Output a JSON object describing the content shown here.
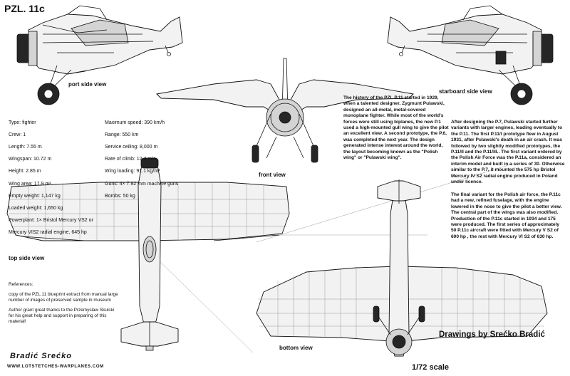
{
  "title": "PZL. 11c",
  "views": {
    "port": "port side view",
    "starboard": "starboard side view",
    "front": "front view",
    "top": "top side view",
    "bottom": "bottom view"
  },
  "specs_left": [
    "Type: fighter",
    "Crew: 1",
    "Length: 7.55 m",
    "Wingspan: 10.72 m",
    "Height: 2.85 m",
    "Wing area: 17.9 m²",
    "Empty weight: 1,147 kg",
    "Loaded weight: 1,650 kg",
    "Powerplant: 1× Bristol Mercury VS2 or",
    "Mercury VIS2 radial engine, 645 hp"
  ],
  "specs_right": [
    "Maximum speed: 390 km/h",
    "Range: 550 km",
    "Service ceiling: 8,000 m",
    "Rate of climb: 12.4 m/s",
    "Wing loading: 91.1 kg/m²",
    "Guns: 4× 7.92 mm machine guns",
    "Bombs: 50 kg"
  ],
  "history_1": "The history of the PZL P.11 started in 1929, when a talented designer, Zygmunt Pulawski, designed an all-metal, metal-covered monoplane fighter. While most of the world's forces were still using biplanes, the new P.1 used a high-mounted gull wing to give the pilot an excellent view. A second prototype, the P.6, was completed the next year. The design generated intense interest around the world, the layout becoming known as the \"Polish wing\" or \"Pulawski wing\".",
  "history_2": "After designing the P.7, Pulawski started further variants with larger engines, leading eventually to the P.11. The first P.11/I prototype flew in August 1931, after Pulawski's death in an air crash. It was followed by two slightly modified prototypes, the P.11/II and the P.11/III.. The first variant ordered by the Polish Air Force was the P.11a, considered an interim model and built in a series of 30. Otherwise similar to the P.7, it mounted the 575 hp Bristol Mercury IV S2 radial engine produced in Poland under licence.",
  "history_3": "The final variant for the Polish air force, the P.11c had a new, refined fuselage, with the engine lowered in the nose to give the pilot a better view. The central part of the wings was also modified. Production of the P.11c started in 1934 and 175 were produced. The first series of approximately 50 P.11c aircraft were fitted with Mercury V S2 of 600 hp , the rest with Mercury VI S2 of 630 hp.",
  "references": [
    "References:",
    "copy of the PZL.11 blueprint extract from manual large number of images of preserved sample in museum",
    "Author grant great thanks to the Przemyslaw Skulski for his great help and support in preparing of this material!"
  ],
  "credit": "Drawings by Srećko Bradić",
  "scale": "1/72 scale",
  "signature": "Bradić Srećko",
  "website": "WWW.LOTSTETCHES-WARPLANES.COM"
}
